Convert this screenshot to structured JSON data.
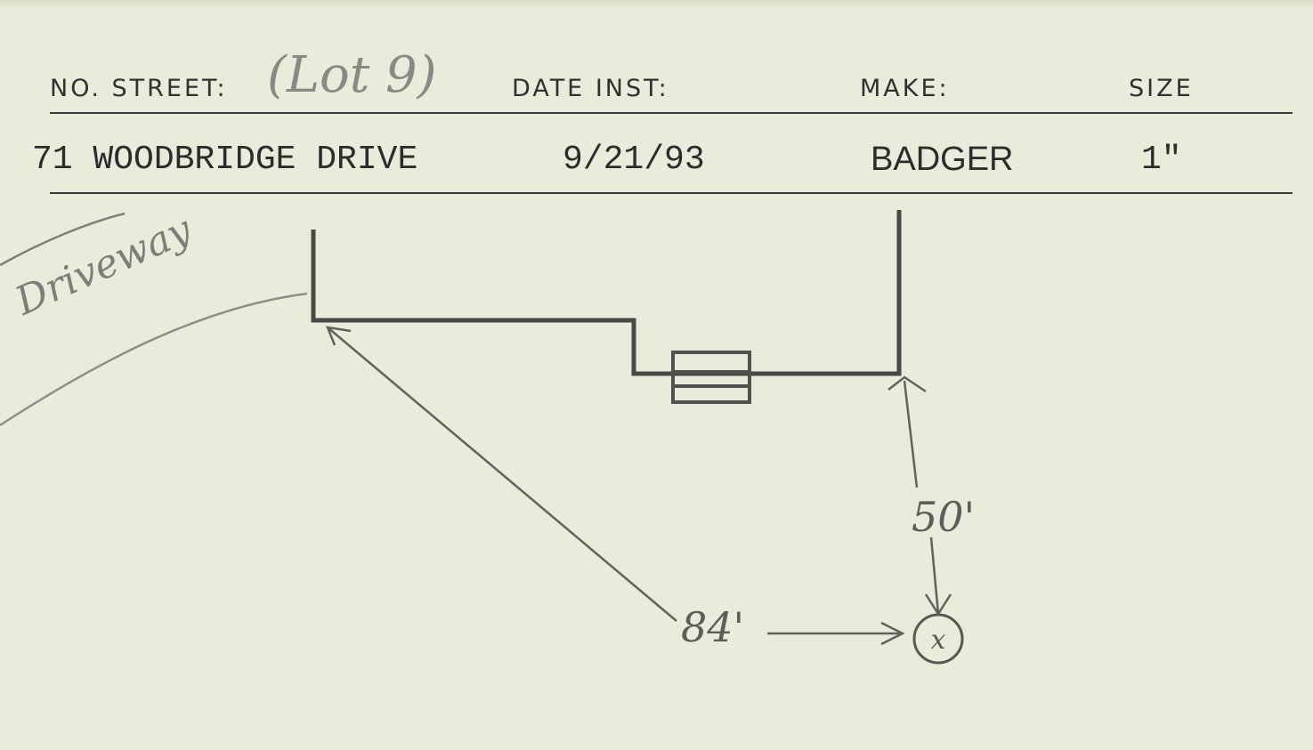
{
  "header": {
    "street_label": "NO. STREET:",
    "lot_note": "(Lot 9)",
    "date_label": "DATE INST:",
    "make_label": "MAKE:",
    "size_label": "SIZE"
  },
  "record": {
    "address": "71 WOODBRIDGE DRIVE",
    "date_installed": "9/21/93",
    "make": "BADGER",
    "size": "1\""
  },
  "sketch": {
    "driveway_label": "Driveway",
    "distance_a": "84'",
    "distance_b": "50'",
    "meter_symbol": "x"
  }
}
